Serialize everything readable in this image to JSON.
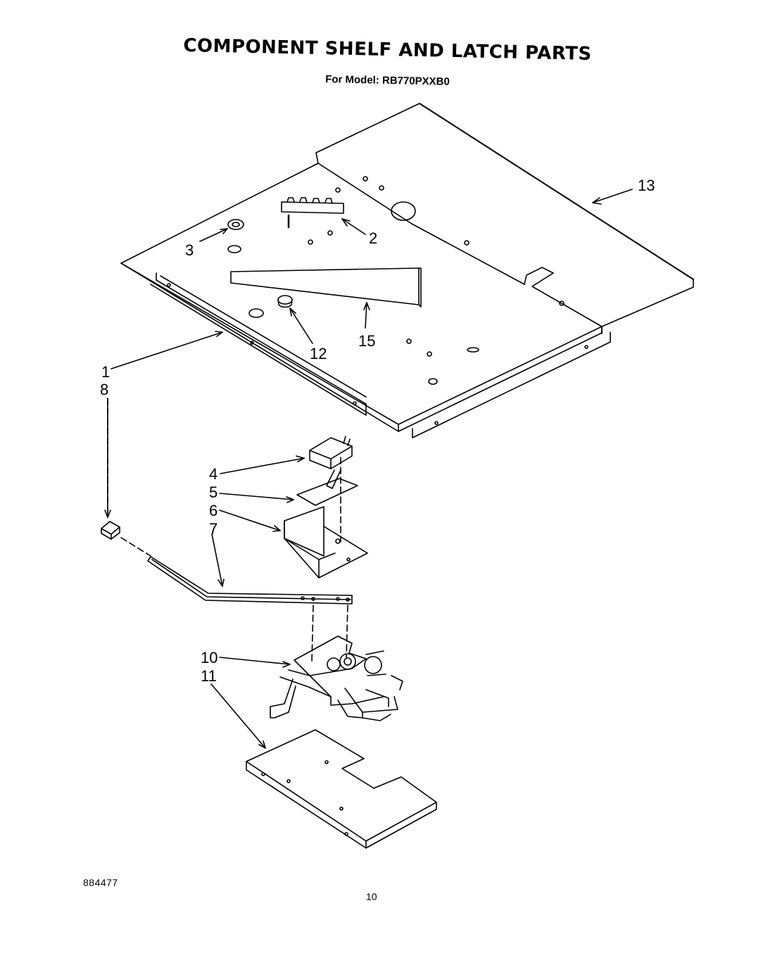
{
  "header": {
    "title": "COMPONENT SHELF AND LATCH PARTS",
    "subtitle": "For Model: RB770PXXB0"
  },
  "footer": {
    "doc_number": "884477",
    "page_number": "10"
  },
  "callouts": {
    "c1": "1",
    "c2": "2",
    "c3": "3",
    "c4": "4",
    "c5": "5",
    "c6": "6",
    "c7": "7",
    "c8": "8",
    "c10": "10",
    "c11": "11",
    "c12": "12",
    "c13": "13",
    "c15": "15"
  }
}
